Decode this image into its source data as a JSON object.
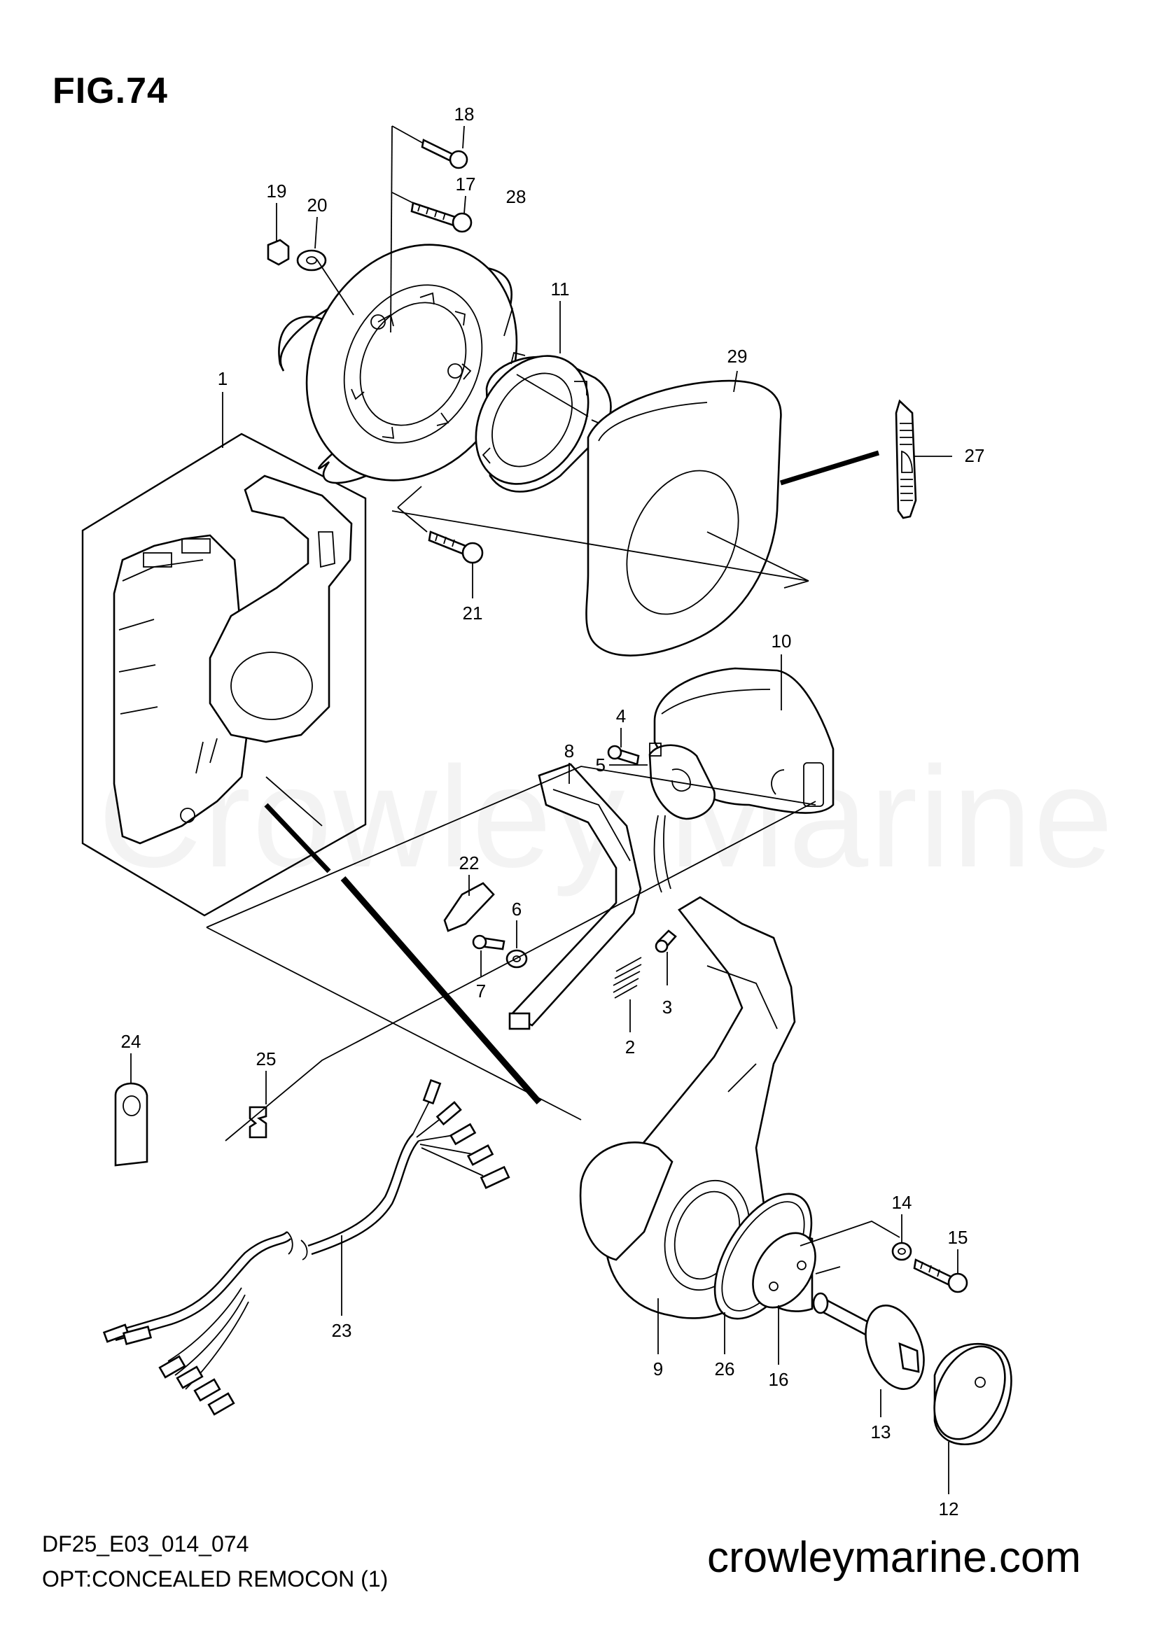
{
  "figure_title": "FIG.74",
  "diagram_code": "DF25_E03_014_074",
  "caption": "OPT:CONCEALED REMOCON (1)",
  "website": "crowleymarine.com",
  "watermark": "Crowley Marine",
  "parts": [
    {
      "id": "p1",
      "number": "1"
    },
    {
      "id": "p2",
      "number": "2"
    },
    {
      "id": "p3",
      "number": "3"
    },
    {
      "id": "p4",
      "number": "4"
    },
    {
      "id": "p5",
      "number": "5"
    },
    {
      "id": "p6",
      "number": "6"
    },
    {
      "id": "p7",
      "number": "7"
    },
    {
      "id": "p8",
      "number": "8"
    },
    {
      "id": "p9",
      "number": "9"
    },
    {
      "id": "p10",
      "number": "10"
    },
    {
      "id": "p11",
      "number": "11"
    },
    {
      "id": "p12",
      "number": "12"
    },
    {
      "id": "p13",
      "number": "13"
    },
    {
      "id": "p14",
      "number": "14"
    },
    {
      "id": "p15",
      "number": "15"
    },
    {
      "id": "p16",
      "number": "16"
    },
    {
      "id": "p17",
      "number": "17"
    },
    {
      "id": "p18",
      "number": "18"
    },
    {
      "id": "p19",
      "number": "19"
    },
    {
      "id": "p20",
      "number": "20"
    },
    {
      "id": "p21",
      "number": "21"
    },
    {
      "id": "p22",
      "number": "22"
    },
    {
      "id": "p23",
      "number": "23"
    },
    {
      "id": "p24",
      "number": "24"
    },
    {
      "id": "p25",
      "number": "25"
    },
    {
      "id": "p26",
      "number": "26"
    },
    {
      "id": "p27",
      "number": "27"
    },
    {
      "id": "p28",
      "number": "28"
    },
    {
      "id": "p29",
      "number": "29"
    }
  ]
}
